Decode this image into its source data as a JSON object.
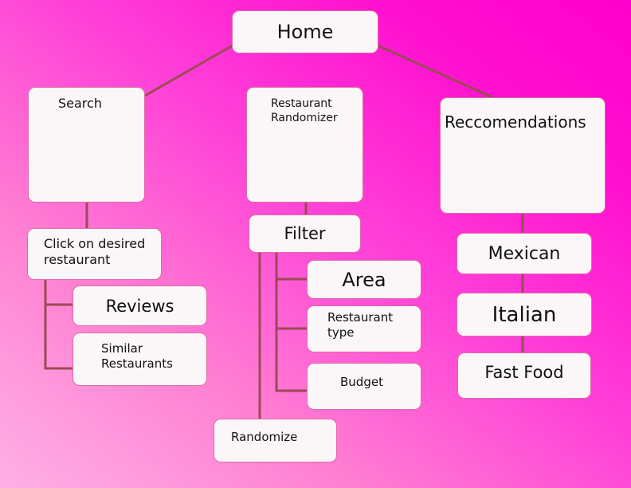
{
  "colors": {
    "line": "#9b4a55",
    "node_fill": "#fbf6f8",
    "node_border": "#e06aa6",
    "background_top": "#ff00cc",
    "background_bottom": "#ffb0e6"
  },
  "nodes": {
    "home": "Home",
    "search": "Search",
    "randomizer": "Restaurant\nRandomizer",
    "recommendations": "Reccomendations",
    "click_restaurant": "Click on desired\nrestaurant",
    "reviews": "Reviews",
    "similar": "Similar\nRestaurants",
    "filter": "Filter",
    "area": "Area",
    "restaurant_type": "Restaurant\ntype",
    "budget": "Budget",
    "randomize": "Randomize",
    "mexican": "Mexican",
    "italian": "Italian",
    "fast_food": "Fast Food"
  }
}
